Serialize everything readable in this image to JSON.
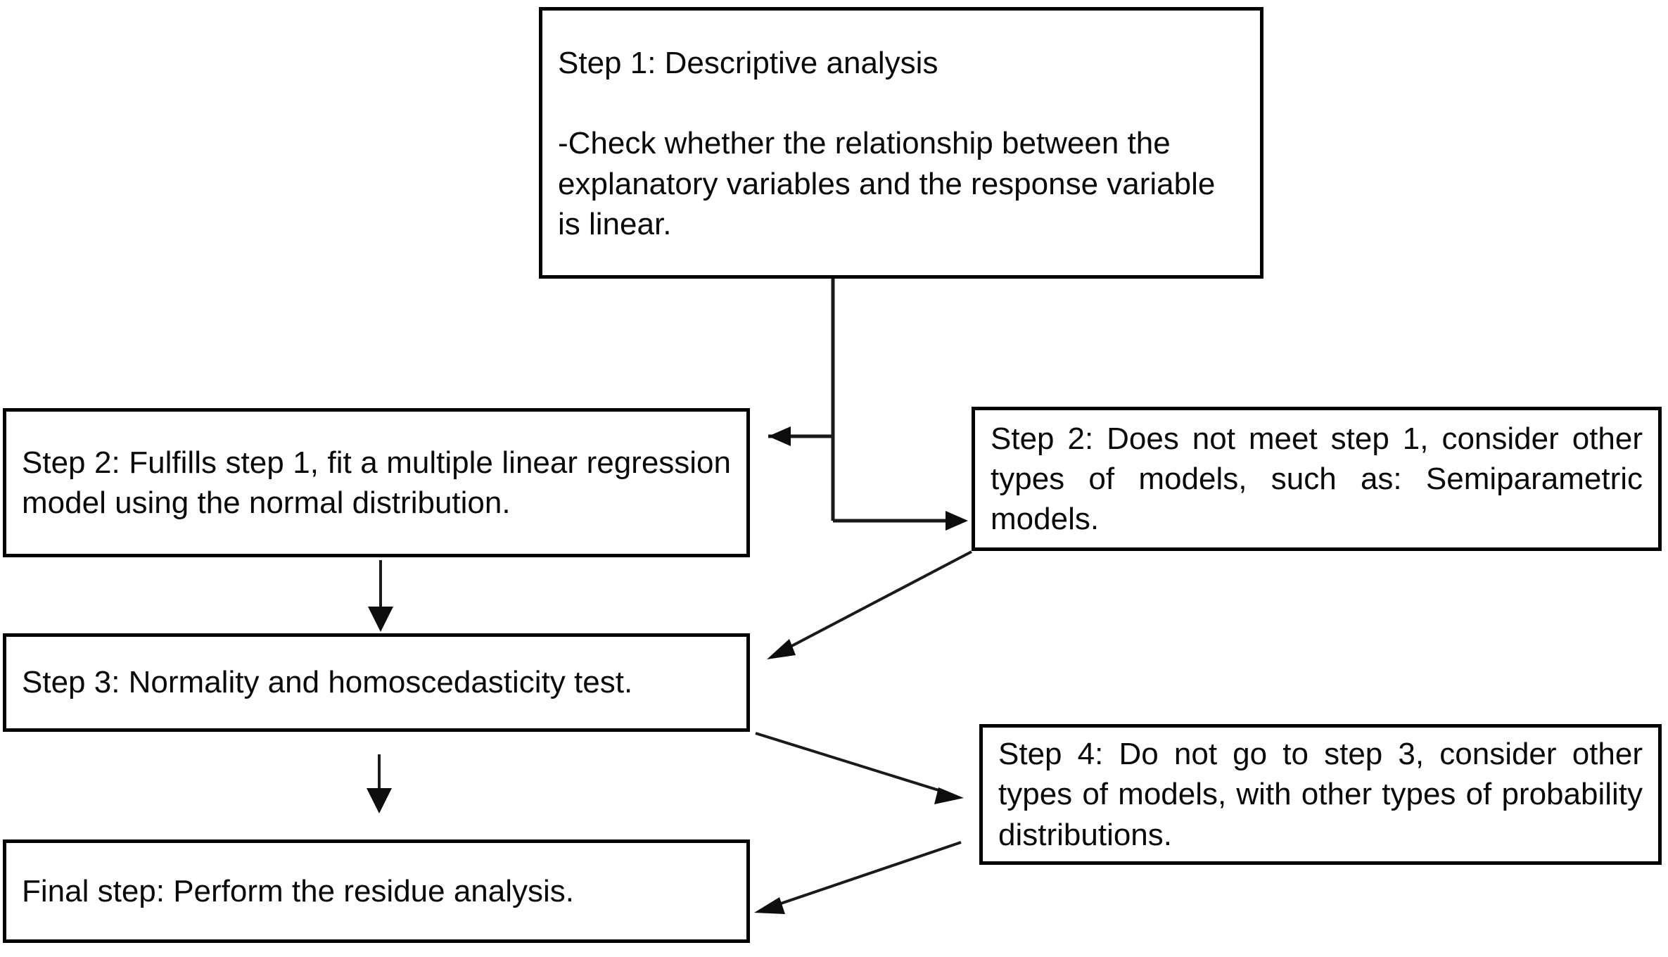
{
  "diagram": {
    "title": "Statistical modelling workflow flowchart",
    "background_color": "#ffffff",
    "line_color": "#1a1a1a",
    "text_color": "#0a0a0a"
  },
  "nodes": {
    "step1": {
      "id": "step-1",
      "label": "Step 1: Descriptive analysis",
      "text": "Step 1: Descriptive analysis\n\n-Check whether the relationship between the explanatory variables and the response variable is linear."
    },
    "step2_left": {
      "id": "step-2-fulfills",
      "label": "Step 2: Fulfills step 1",
      "text": "Step 2: Fulfills step 1, fit a multiple linear regression model using the normal distribution."
    },
    "step2_right": {
      "id": "step-2-does-not-meet",
      "label": "Step 2: Does not meet step 1",
      "text": "Step 2: Does not meet step 1, consider other types of models, such as: Semiparametric models."
    },
    "step3": {
      "id": "step-3",
      "label": "Step 3: Normality and homoscedasticity test.",
      "text": "Step 3: Normality and homoscedasticity test."
    },
    "step4": {
      "id": "step-4",
      "label": "Step 4: Do not go to step 3",
      "text": "Step 4: Do not go to step 3, consider other types of models, with other types of probability distributions."
    },
    "final": {
      "id": "final-step",
      "label": "Final step: Perform the residue analysis.",
      "text": "Final step: Perform the residue analysis."
    }
  },
  "edges": [
    {
      "id": "edge-step1-to-step2-left",
      "from": "step1",
      "to": "step2_left",
      "style": "elbow",
      "arrow": "left"
    },
    {
      "id": "edge-step1-to-step2-right",
      "from": "step1",
      "to": "step2_right",
      "style": "elbow",
      "arrow": "right"
    },
    {
      "id": "edge-step2left-to-step3",
      "from": "step2_left",
      "to": "step3",
      "style": "vertical",
      "arrow": "down"
    },
    {
      "id": "edge-step2right-to-step3",
      "from": "step2_right",
      "to": "step3",
      "style": "diagonal",
      "arrow": "down-left"
    },
    {
      "id": "edge-step3-to-final",
      "from": "step3",
      "to": "final",
      "style": "vertical",
      "arrow": "down"
    },
    {
      "id": "edge-step3-to-step4",
      "from": "step3",
      "to": "step4",
      "style": "diagonal",
      "arrow": "down-right"
    },
    {
      "id": "edge-step4-to-final",
      "from": "step4",
      "to": "final",
      "style": "diagonal",
      "arrow": "down-left"
    }
  ]
}
